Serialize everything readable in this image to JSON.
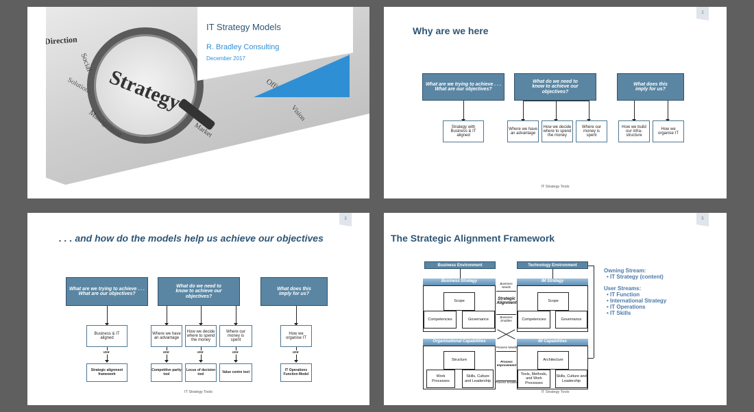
{
  "slide1": {
    "title": "IT Strategy Models",
    "author": "R. Bradley Consulting",
    "date": "December 2017",
    "image_words": [
      "Strategy",
      "Direction",
      "Social",
      "Management",
      "Solutions",
      "Office",
      "Vision",
      "Market"
    ]
  },
  "slide2": {
    "page": "2",
    "title": "Why are we here",
    "q1": "What are we trying to achieve . . . What are our objectives?",
    "q2": "What do we need to know to achieve our objectives?",
    "q3": "What does this imply for us?",
    "a1": "Strategy with Business & IT aligned",
    "a2": "Where we have an advantage",
    "a3": "How we decide where to spend the money",
    "a4": "Where our money is spent",
    "a5": "How we build our infra-structure",
    "a6": "How we organise IT",
    "footer": "IT Strategy Tools"
  },
  "slide3": {
    "page": "3",
    "title": ". . . and how do the models help us achieve our objectives",
    "q1": "What are we trying to achieve . . . What are our objectives?",
    "q2": "What do we need to know to achieve our objectives?",
    "q3": "What does this imply for us?",
    "a1": "Business & IT aligned",
    "a2": "Where we have an advantage",
    "a3": "How we decide where to spend the money",
    "a4": "Where our money is spent",
    "a5": "How we organise IT",
    "use": "use",
    "t1": "Strategic alignment framework",
    "t2": "Competitive parity tool",
    "t3": "Locus of decision tool",
    "t4": "Value centre tool",
    "t5": "IT Operations Function Model",
    "footer": "IT Strategy Tools"
  },
  "slide4": {
    "page": "5",
    "title": "The Strategic Alignment Framework",
    "business_env": "Business Environment",
    "tech_env": "Technology Environment",
    "business_strategy": "Business Strategy",
    "im_strategy": "IM Strategy",
    "org_capabilities": "Organisational Capabilities",
    "im_capabilities": "IM Capabilities",
    "scope": "Scope",
    "competencies": "Competencies",
    "governance": "Governance",
    "structure": "Structure",
    "work_processes": "Work Processes",
    "skills": "Skills, Culture and Leadership",
    "architecture": "Architecture",
    "tools": "Tools, Methods, and Work Processes",
    "business_needs": "Business Needs",
    "strategic_alignment": "Strategic Alignment",
    "business_enables": "Business Enables",
    "process_needs": "Process Needs",
    "process_improvement": "Process Improvement",
    "process_enables": "Process Enables",
    "owning_stream_label": "Owning Stream:",
    "owning_stream": "IT Strategy (content)",
    "user_streams_label": "User Streams:",
    "user_streams": [
      "IT Function",
      "International Strategy",
      "IT Operations",
      "IT Skills"
    ],
    "footer": "IT Strategy Tools"
  },
  "colors": {
    "background": "#5f5f5f",
    "title_blue": "#2e5574",
    "box_blue": "#5a86a3",
    "accent_blue": "#2f8fd4",
    "stream_blue": "#4b78a8"
  }
}
